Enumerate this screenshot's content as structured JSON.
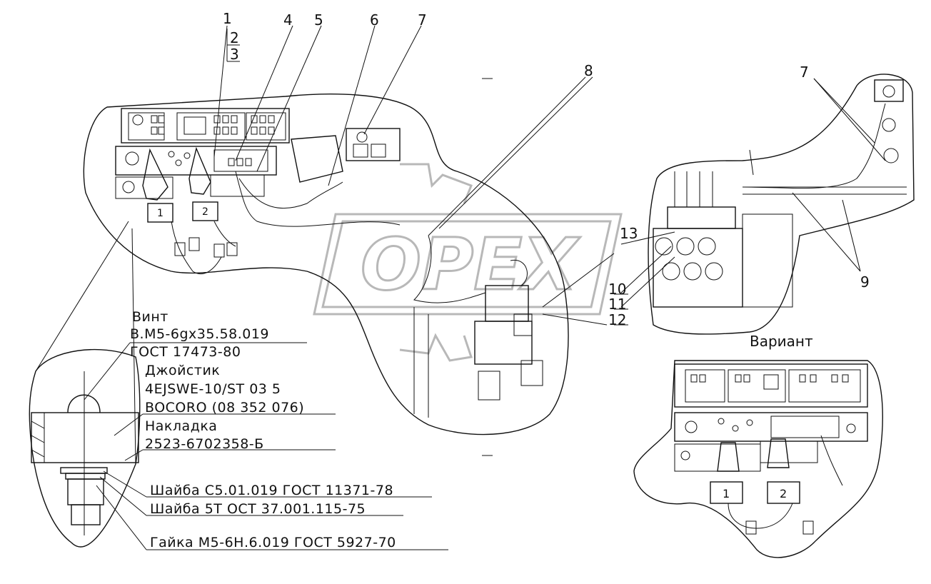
{
  "callouts": {
    "c1": "1",
    "c2": "2",
    "c3": "3",
    "c4": "4",
    "c5": "5",
    "c6": "6",
    "c7": "7",
    "c8": "8",
    "c7b": "7",
    "c9": "9",
    "c10": "10",
    "c11": "11",
    "c12": "12",
    "c13": "13"
  },
  "variant_label": "Вариант",
  "joystick_labels": {
    "j1": "1",
    "j2": "2",
    "j1b": "1",
    "j2b": "2"
  },
  "watermark": "OPEX",
  "notes": {
    "screw_title": "Винт",
    "screw_code": "В.М5-6gх35.58.019",
    "screw_std": "ГОСТ 17473-80",
    "joystick_title": "Джойстик",
    "joystick_code": "4EJSWE-10/ST 03 5",
    "joystick_maker": "BOCORO (08 352 076)",
    "pad_title": "Накладка",
    "pad_code": "2523-6702358-Б",
    "washer1": "Шайба С5.01.019 ГОСТ 11371-78",
    "washer2": "Шайба 5Т ОСТ 37.001.115-75",
    "nut": "Гайка М5-6Н.6.019 ГОСТ 5927-70"
  }
}
